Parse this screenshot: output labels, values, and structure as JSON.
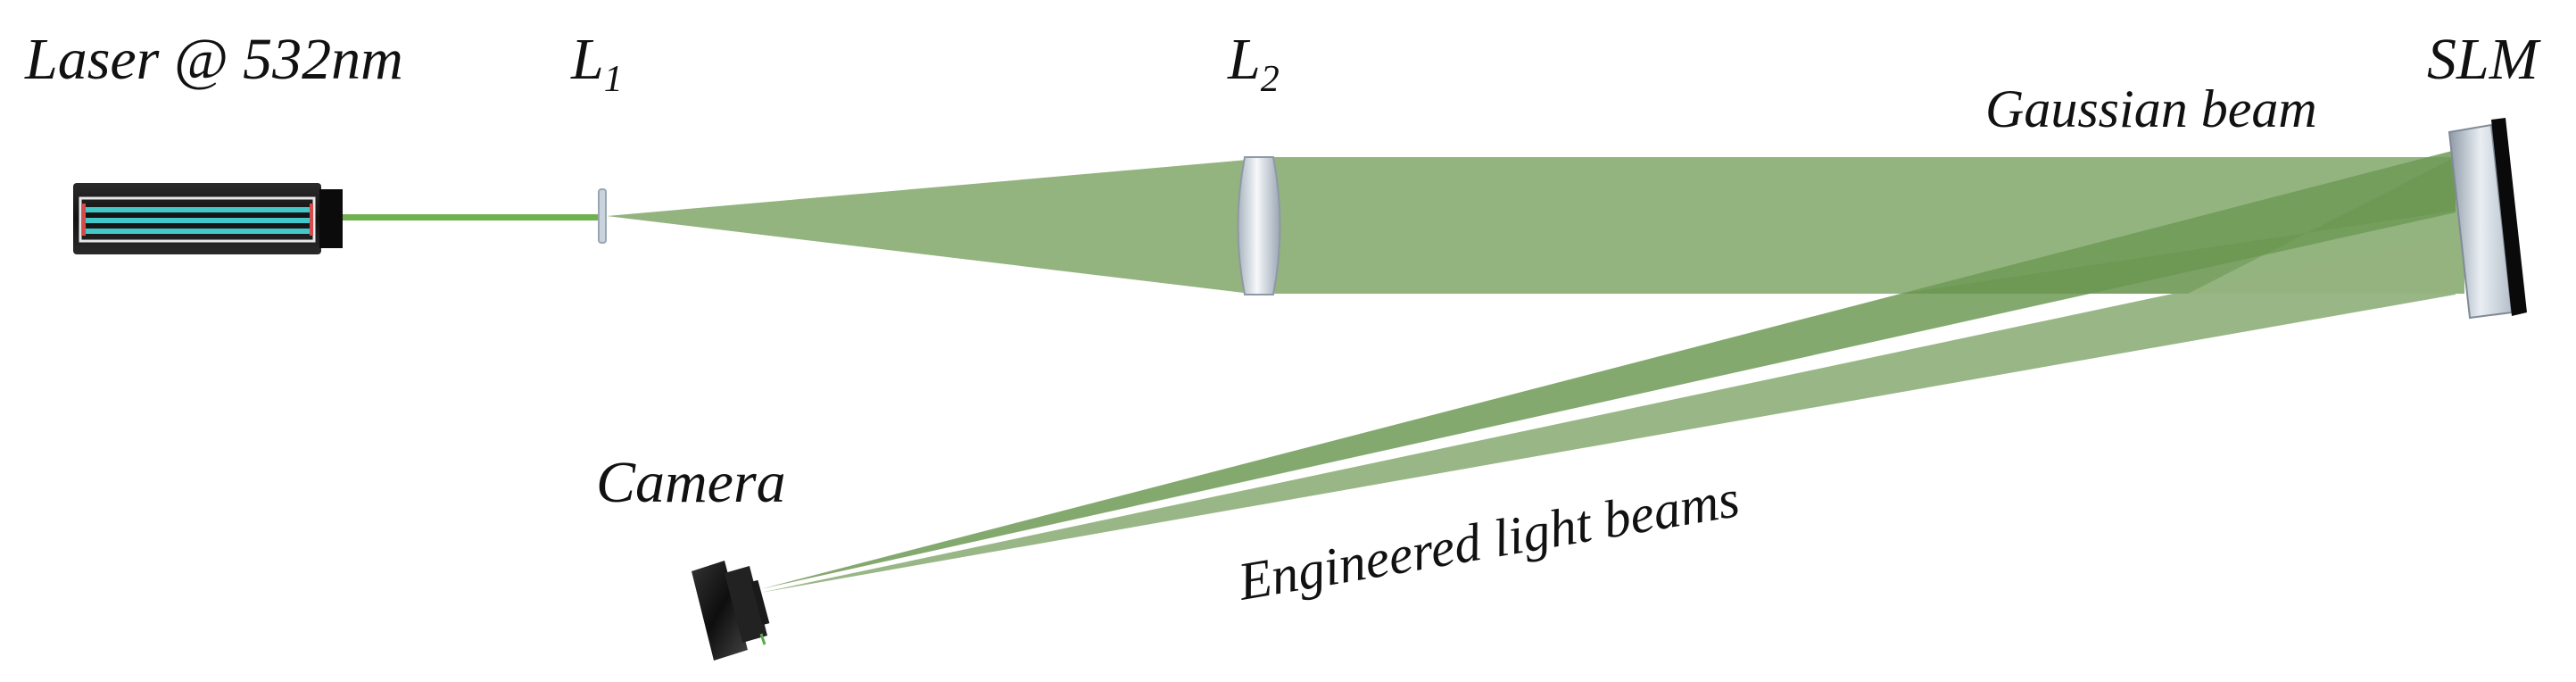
{
  "labels": {
    "laser": "Laser @ 532nm",
    "lens1_main": "L",
    "lens1_sub": "1",
    "lens2_main": "L",
    "lens2_sub": "2",
    "slm": "SLM",
    "gaussian_beam": "Gaussian beam",
    "camera": "Camera",
    "engineered_beams": "Engineered light beams"
  },
  "colors": {
    "beam": "#93b37f",
    "beam_overlap": "#6a9650",
    "laser_line": "#6fb04f",
    "laser_body": "#121212",
    "laser_rod": "#44c7c9",
    "optic_glass": "#dfe6ee",
    "slm_back": "#0a0a0a",
    "camera_body": "#1c1c1c"
  }
}
